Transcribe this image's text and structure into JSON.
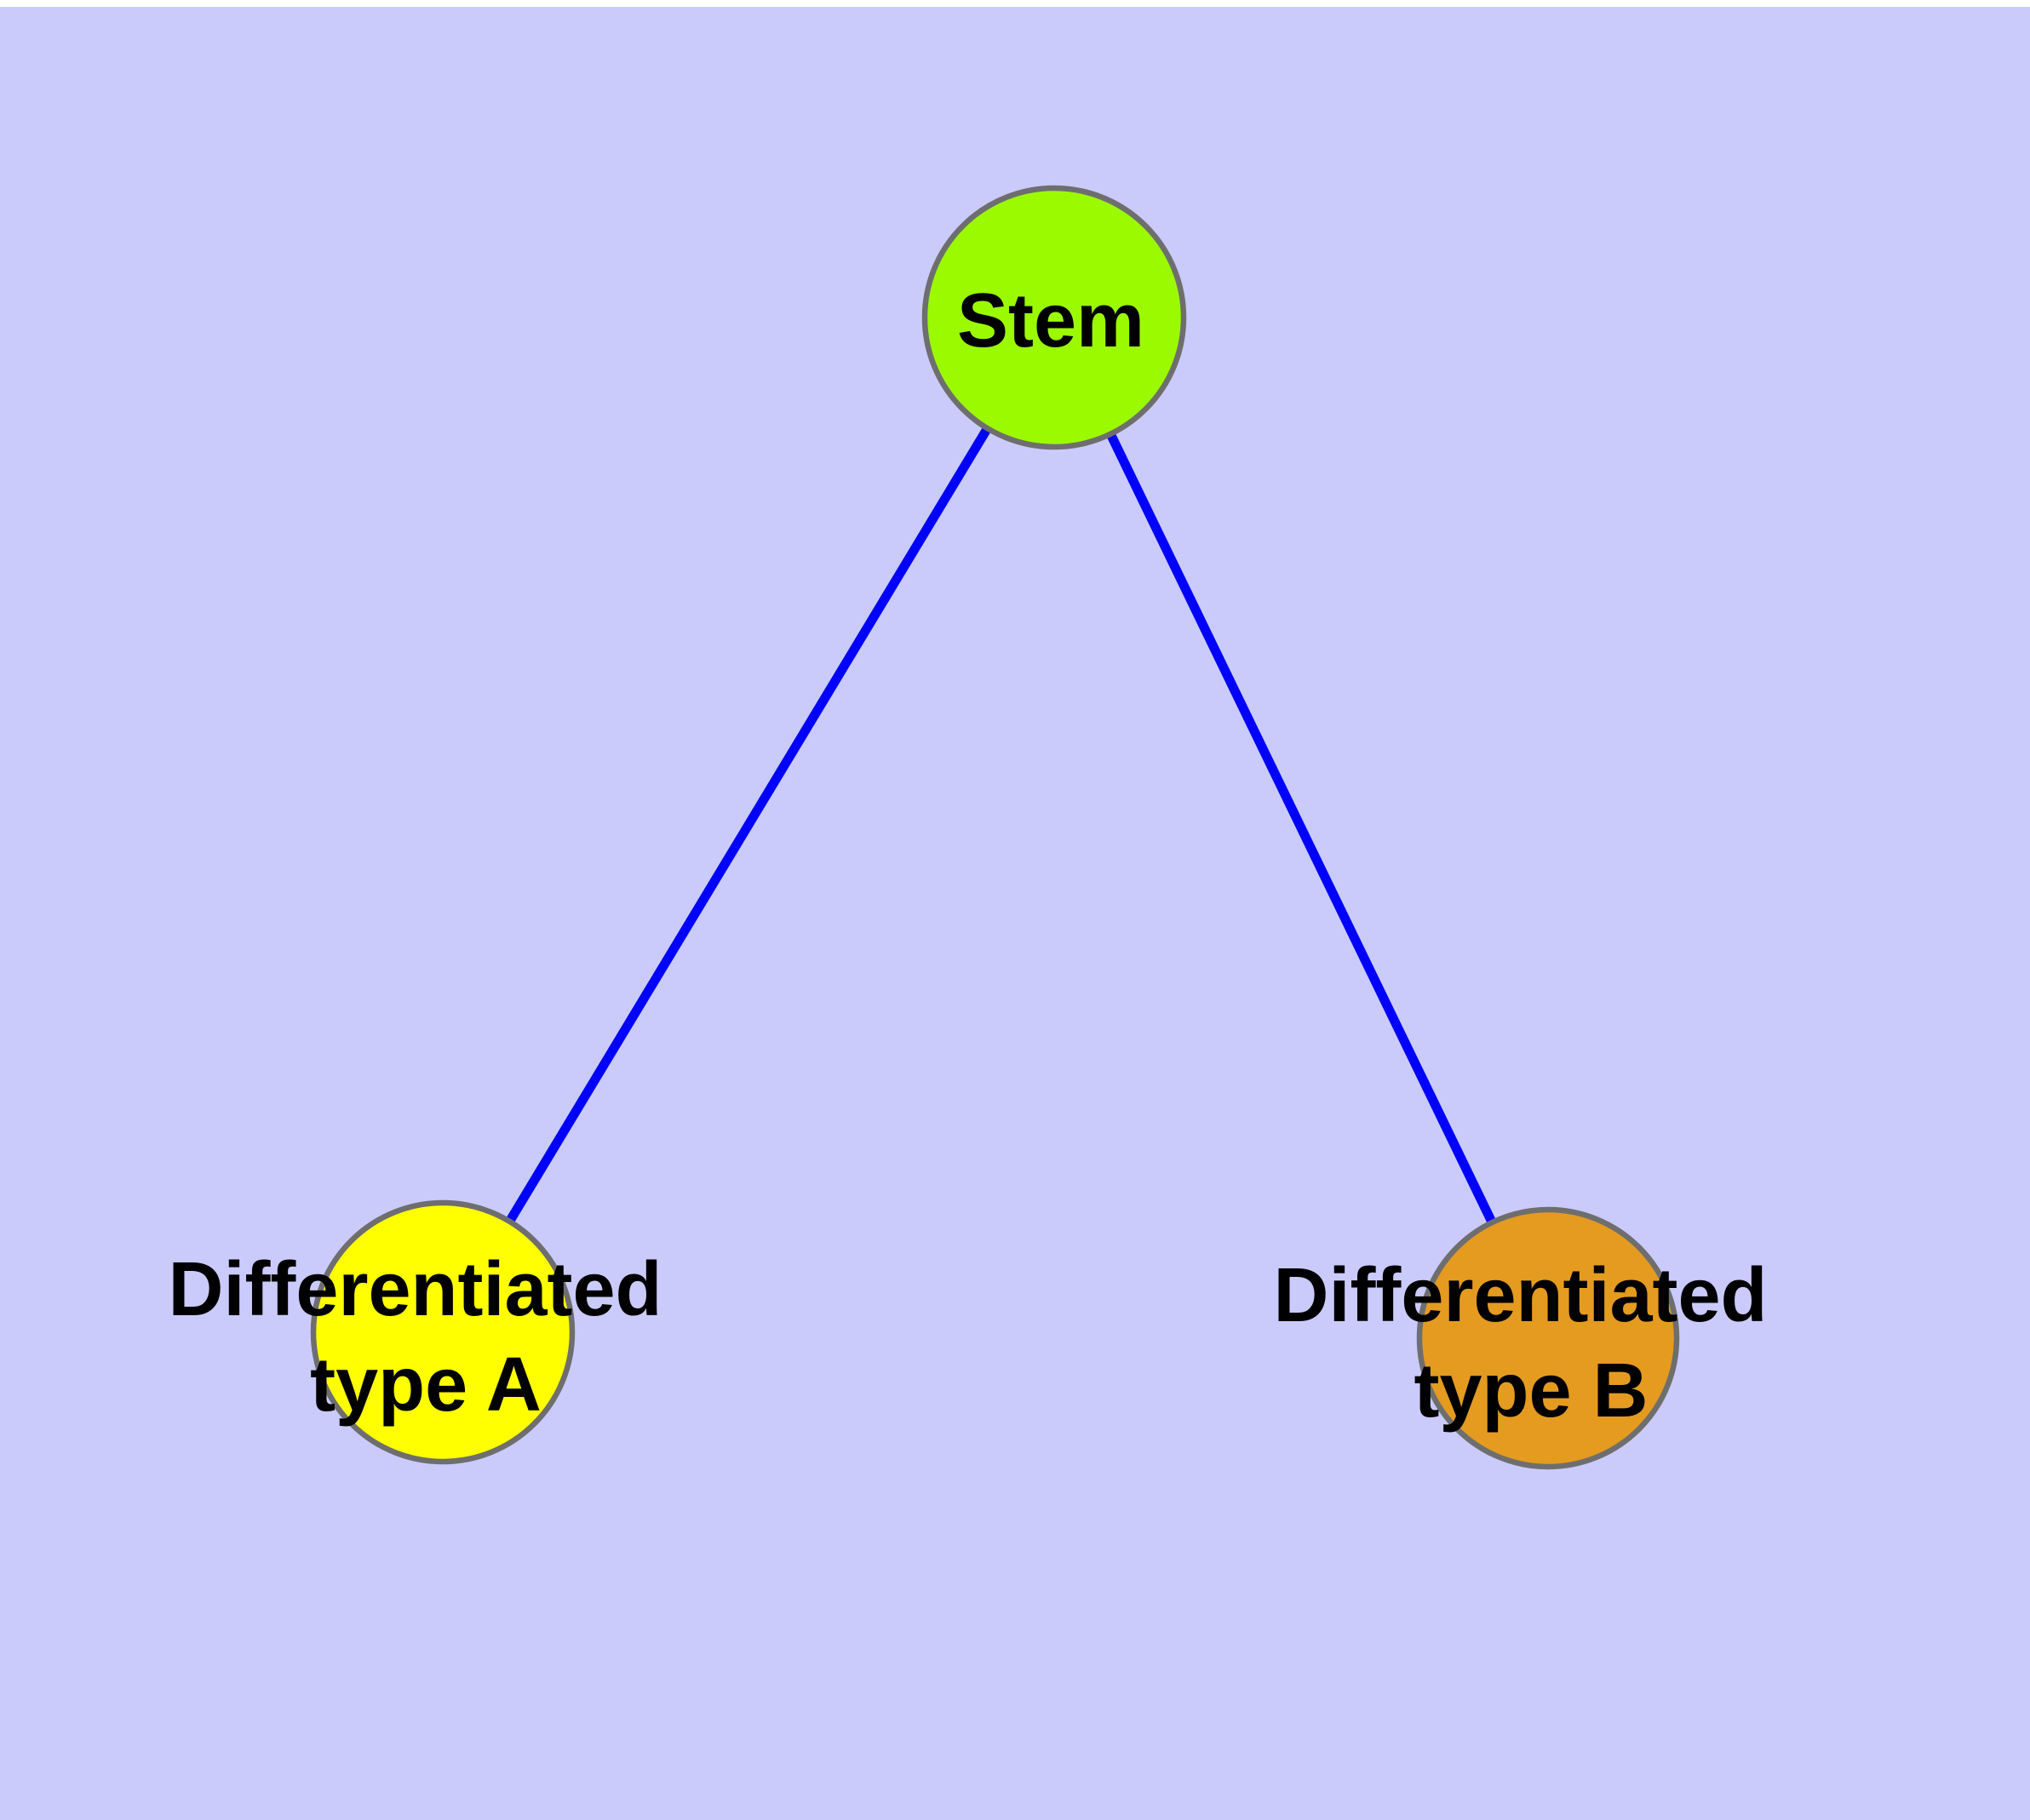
{
  "diagram": {
    "background_color": "#CACBFB",
    "top_strip_color": "#FFFFFF",
    "edge_color": "#0000FF",
    "node_border_color": "#6E6E6E",
    "text_color": "#000000",
    "nodes": [
      {
        "id": "stem",
        "label": "Stem",
        "label_lines": [
          "Stem"
        ],
        "fill": "#9BFA00"
      },
      {
        "id": "differentiated-type-a",
        "label": "Differentiated type A",
        "label_lines": [
          "Differentiated",
          "type A"
        ],
        "fill": "#FFFF00"
      },
      {
        "id": "differentiated-type-b",
        "label": "Differentiated type B",
        "label_lines": [
          "Differentiated",
          "type B"
        ],
        "fill": "#E49B20"
      }
    ],
    "edges": [
      {
        "from": "stem",
        "to": "differentiated-type-a"
      },
      {
        "from": "stem",
        "to": "differentiated-type-b"
      }
    ]
  }
}
